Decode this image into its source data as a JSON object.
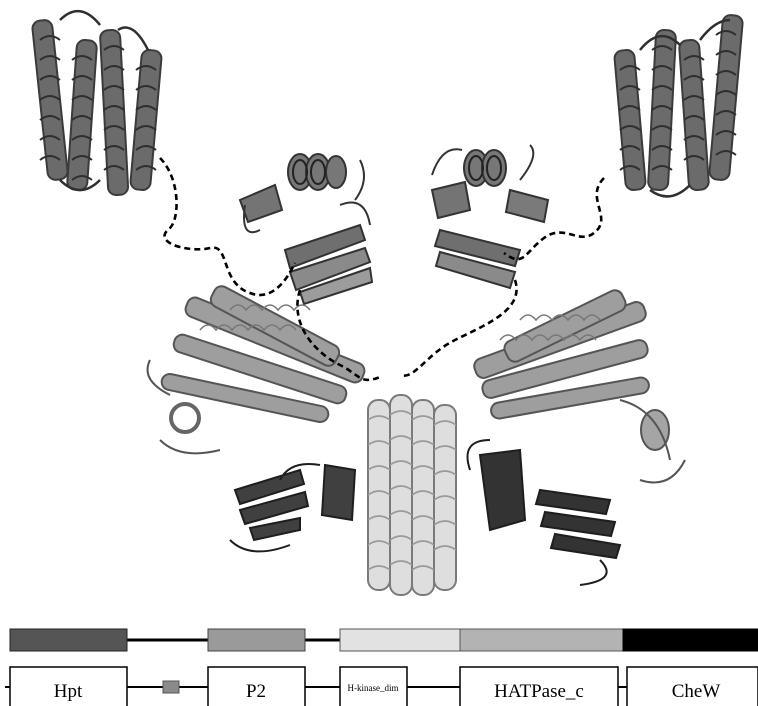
{
  "domains": [
    {
      "id": "hpt",
      "label": "Hpt",
      "color": "#555555"
    },
    {
      "id": "p2",
      "label": "P2",
      "color": "#9a9a9a"
    },
    {
      "id": "hkinase",
      "label": "H-kinase_dim",
      "color": "#e2e2e2"
    },
    {
      "id": "hatpase",
      "label": "HATPase_c",
      "color": "#b3b3b3"
    },
    {
      "id": "chew",
      "label": "CheW",
      "color": "#000000"
    }
  ],
  "small_box_color": "#8a8a8a",
  "colors": {
    "hpt_helices": "#6a6a6a",
    "p2_domain": "#7d7d7d",
    "dimerization": "#dcdcdc",
    "atpase": "#a9a9a9",
    "chew_domain": "#3a3a3a",
    "linker": "#000000"
  }
}
